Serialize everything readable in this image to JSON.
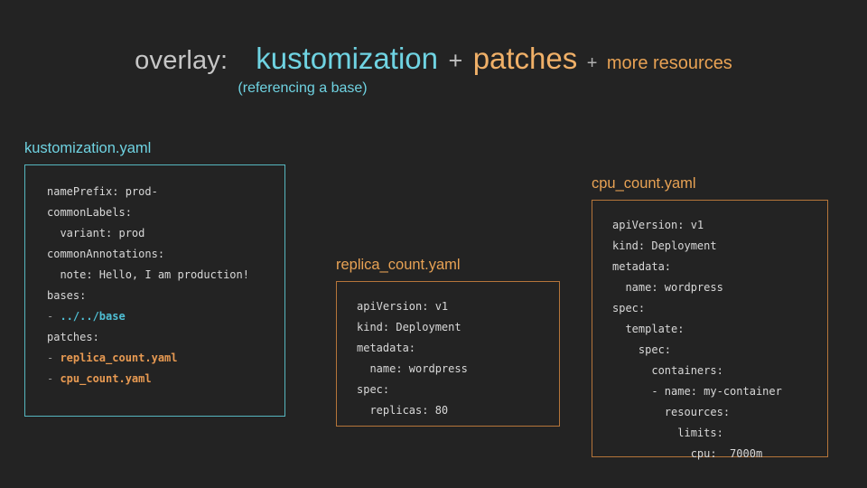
{
  "title": {
    "prefix": "overlay:",
    "term1": "kustomization",
    "plus1": "+",
    "term2": "patches",
    "plus2": "+",
    "term3": "more resources",
    "subtitle": "(referencing a base)",
    "colors": {
      "prefix": "#c6c6c6",
      "term1": "#6fd3e2",
      "term2": "#f0b068",
      "term3": "#e8a254",
      "subtitle": "#6fd3e2"
    }
  },
  "cards": [
    {
      "label": "kustomization.yaml",
      "accent": "#56b6bf",
      "label_color": "#6fd3e2",
      "lines": [
        {
          "text": "namePrefix: prod-"
        },
        {
          "text": "commonLabels:"
        },
        {
          "text": "  variant: prod"
        },
        {
          "text": "commonAnnotations:"
        },
        {
          "text": "  note: Hello, I am production!"
        },
        {
          "text": "bases:"
        },
        {
          "dash": "- ",
          "text": "../../base",
          "token": "teal"
        },
        {
          "text": "patches:"
        },
        {
          "dash": "- ",
          "text": "replica_count.yaml",
          "token": "orange"
        },
        {
          "dash": "- ",
          "text": "cpu_count.yaml",
          "token": "orange"
        }
      ]
    },
    {
      "label": "replica_count.yaml",
      "accent": "#b5753a",
      "label_color": "#e8a254",
      "lines": [
        {
          "text": "apiVersion: v1"
        },
        {
          "text": "kind: Deployment"
        },
        {
          "text": "metadata:"
        },
        {
          "text": "  name: wordpress"
        },
        {
          "text": "spec:"
        },
        {
          "text": "  replicas: 80"
        }
      ]
    },
    {
      "label": "cpu_count.yaml",
      "accent": "#b5753a",
      "label_color": "#e8a254",
      "lines": [
        {
          "text": "apiVersion: v1"
        },
        {
          "text": "kind: Deployment"
        },
        {
          "text": "metadata:"
        },
        {
          "text": "  name: wordpress"
        },
        {
          "text": "spec:"
        },
        {
          "text": "  template:"
        },
        {
          "text": "    spec:"
        },
        {
          "text": "      containers:"
        },
        {
          "text": "      - name: my-container"
        },
        {
          "text": "        resources:"
        },
        {
          "text": "          limits:"
        },
        {
          "text": "            cpu:  7000m"
        }
      ]
    }
  ],
  "background": "#232323"
}
